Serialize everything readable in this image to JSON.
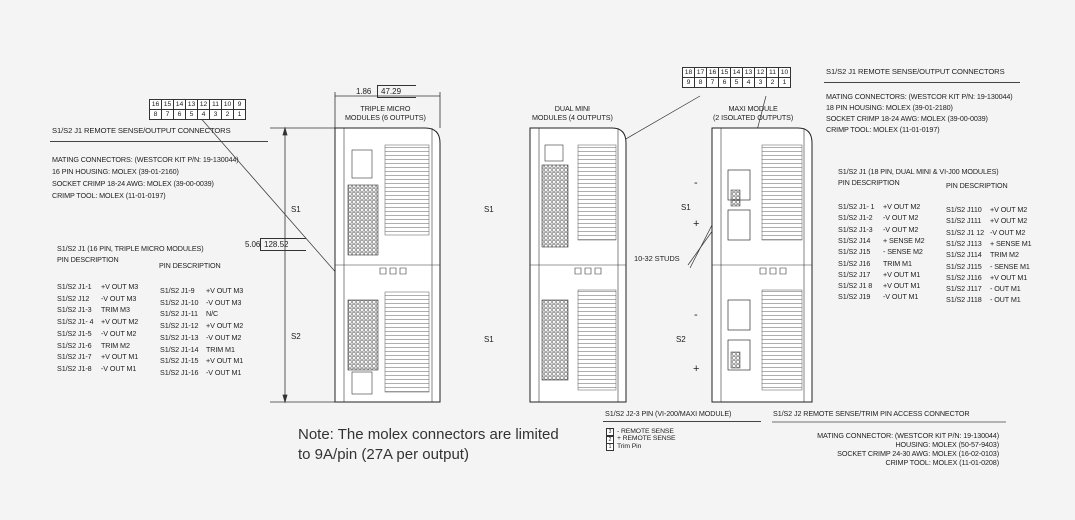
{
  "pin_table_16": {
    "top": [
      "16",
      "15",
      "14",
      "13",
      "12",
      "11",
      "10",
      "9"
    ],
    "bottom": [
      "8",
      "7",
      "6",
      "5",
      "4",
      "3",
      "2",
      "1"
    ]
  },
  "pin_table_18": {
    "top": [
      "18",
      "17",
      "16",
      "15",
      "14",
      "13",
      "12",
      "11",
      "10"
    ],
    "bottom": [
      "9",
      "8",
      "7",
      "6",
      "5",
      "4",
      "3",
      "2",
      "1"
    ]
  },
  "dims": {
    "width_in": "1.86",
    "width_mm": "47.29",
    "height_in": "5.06",
    "height_mm": "128.52"
  },
  "modules": {
    "triple_micro": "TRIPLE MICRO\nMODULES (6 OUTPUTS)",
    "dual_mini": "DUAL MINI\nMODULES (4 OUTPUTS)",
    "maxi": "MAXI MODULE\n(2 ISOLATED OUTPUTS)"
  },
  "labels": {
    "s1": "S1",
    "s2": "S2",
    "plus": "+",
    "minus": "-",
    "studs": "10-32 STUDS"
  },
  "left_block": {
    "title": "S1/S2 J1  REMOTE SENSE/OUTPUT CONNECTORS",
    "lines": [
      "MATING CONNECTORS:  (WESTCOR KIT P/N: 19-130044)",
      "16 PIN HOUSING: MOLEX (39-01-2160)",
      "SOCKET CRIMP 18-24 AWG:  MOLEX (39-00-0039)",
      "CRIMP TOOL:  MOLEX (11-01-0197)"
    ],
    "pin_title": "S1/S2 J1 (16 PIN, TRIPLE MICRO MODULES)",
    "col_head_1": "PIN DESCRIPTION",
    "col_head_2": "PIN DESCRIPTION",
    "pins_col1": [
      [
        "S1/S2 J1-1",
        "+V OUT M3"
      ],
      [
        "S1/S2 J12",
        "-V OUT M3"
      ],
      [
        "S1/S2 J1-3",
        "TRIM M3"
      ],
      [
        "S1/S2 J1- 4",
        "+V OUT M2"
      ],
      [
        "S1/S2 J1-5",
        "-V OUT M2"
      ],
      [
        "S1/S2 J1-6",
        "TRIM M2"
      ],
      [
        "S1/S2 J1-7",
        "+V OUT M1"
      ],
      [
        "S1/S2 J1-8",
        "-V OUT M1"
      ]
    ],
    "pins_col2": [
      [
        "S1/S2 J1-9",
        "+V OUT M3"
      ],
      [
        "S1/S2 J1-10",
        "-V OUT M3"
      ],
      [
        "S1/S2 J1-11",
        "N/C"
      ],
      [
        "S1/S2 J1-12",
        "+V OUT M2"
      ],
      [
        "S1/S2 J1-13",
        "-V OUT M2"
      ],
      [
        "S1/S2 J1-14",
        "TRIM M1"
      ],
      [
        "S1/S2 J1-15",
        "+V OUT M1"
      ],
      [
        "S1/S2 J1-16",
        "-V OUT M1"
      ]
    ]
  },
  "right_block": {
    "title": "S1/S2 J1  REMOTE SENSE/OUTPUT CONNECTORS",
    "lines": [
      "MATING CONNECTORS:  (WESTCOR KIT P/N: 19-130044)",
      "18 PIN HOUSING: MOLEX (39-01-2180)",
      "SOCKET CRIMP 18-24 AWG:  MOLEX (39-00-0039)",
      "CRIMP TOOL:  MOLEX (11-01-0197)"
    ],
    "pin_title": "S1/S2 J1 (18 PIN, DUAL MINI & VI-J00 MODULES)",
    "col_head_1": "PIN DESCRIPTION",
    "col_head_2": "PIN DESCRIPTION",
    "pins_col1": [
      [
        "S1/S2 J1- 1",
        "+V OUT M2"
      ],
      [
        "S1/S2 J1-2",
        "-V OUT M2"
      ],
      [
        "S1/S2 J1-3",
        "-V OUT M2"
      ],
      [
        "S1/S2 J14",
        "+ SENSE M2"
      ],
      [
        "S1/S2 J15",
        "- SENSE M2"
      ],
      [
        "S1/S2 J16",
        "TRIM M1"
      ],
      [
        "S1/S2 J17",
        "+V OUT M1"
      ],
      [
        "S1/S2 J1 8",
        "+V OUT M1"
      ],
      [
        "S1/S2 J19",
        "-V OUT M1"
      ]
    ],
    "pins_col2": [
      [
        "S1/S2 J110",
        "+V OUT M2"
      ],
      [
        "S1/S2 J111",
        "+V OUT M2"
      ],
      [
        "S1/S2 J1 12",
        "-V OUT M2"
      ],
      [
        "S1/S2 J113",
        "+ SENSE M1"
      ],
      [
        "S1/S2 J114",
        "TRIM M2"
      ],
      [
        "S1/S2 J115",
        "- SENSE M1"
      ],
      [
        "S1/S2 J116",
        "+V OUT M1"
      ],
      [
        "S1/S2 J117",
        "- OUT M1"
      ],
      [
        "S1/S2 J118",
        "- OUT M1"
      ]
    ]
  },
  "j2": {
    "title": "S1/S2 J2-3 PIN (VI-200/MAXI MODULE)",
    "items": [
      [
        "3",
        "-  REMOTE SENSE"
      ],
      [
        "2",
        "+  REMOTE SENSE"
      ],
      [
        "1",
        "Trim Pin"
      ]
    ]
  },
  "j2_access": {
    "title": "S1/S2 J2 REMOTE SENSE/TRIM PIN ACCESS CONNECTOR",
    "lines": [
      "MATING CONNECTOR:  (WESTCOR KIT P/N: 19-130044)",
      "HOUSING:  MOLEX (50-57-9403)",
      "SOCKET CRIMP 24-30 AWG:  MOLEX (16-02-0103)",
      "CRIMP TOOL:  MOLEX (11-01-0208)"
    ]
  },
  "note": {
    "line1": "Note: The molex connectors are limited",
    "line2": "to 9A/pin (27A per output)"
  }
}
